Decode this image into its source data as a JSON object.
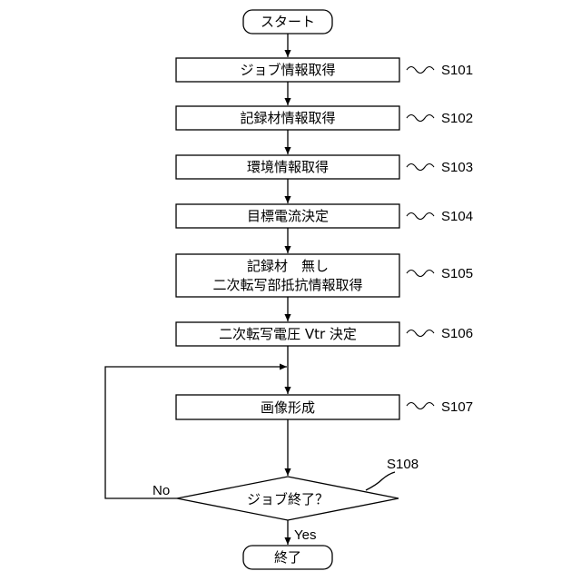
{
  "flowchart": {
    "start": "スタート",
    "end": "終了",
    "steps": [
      {
        "id": "S101",
        "lines": [
          "ジョブ情報取得"
        ]
      },
      {
        "id": "S102",
        "lines": [
          "記録材情報取得"
        ]
      },
      {
        "id": "S103",
        "lines": [
          "環境情報取得"
        ]
      },
      {
        "id": "S104",
        "lines": [
          "目標電流決定"
        ]
      },
      {
        "id": "S105",
        "lines": [
          "記録材　無し",
          "二次転写部抵抗情報取得"
        ]
      },
      {
        "id": "S106",
        "lines": [
          "二次転写電圧 Vtr 決定"
        ]
      },
      {
        "id": "S107",
        "lines": [
          "画像形成"
        ]
      }
    ],
    "decision": {
      "id": "S108",
      "text": "ジョブ終了？",
      "no_label": "No",
      "yes_label": "Yes"
    }
  }
}
